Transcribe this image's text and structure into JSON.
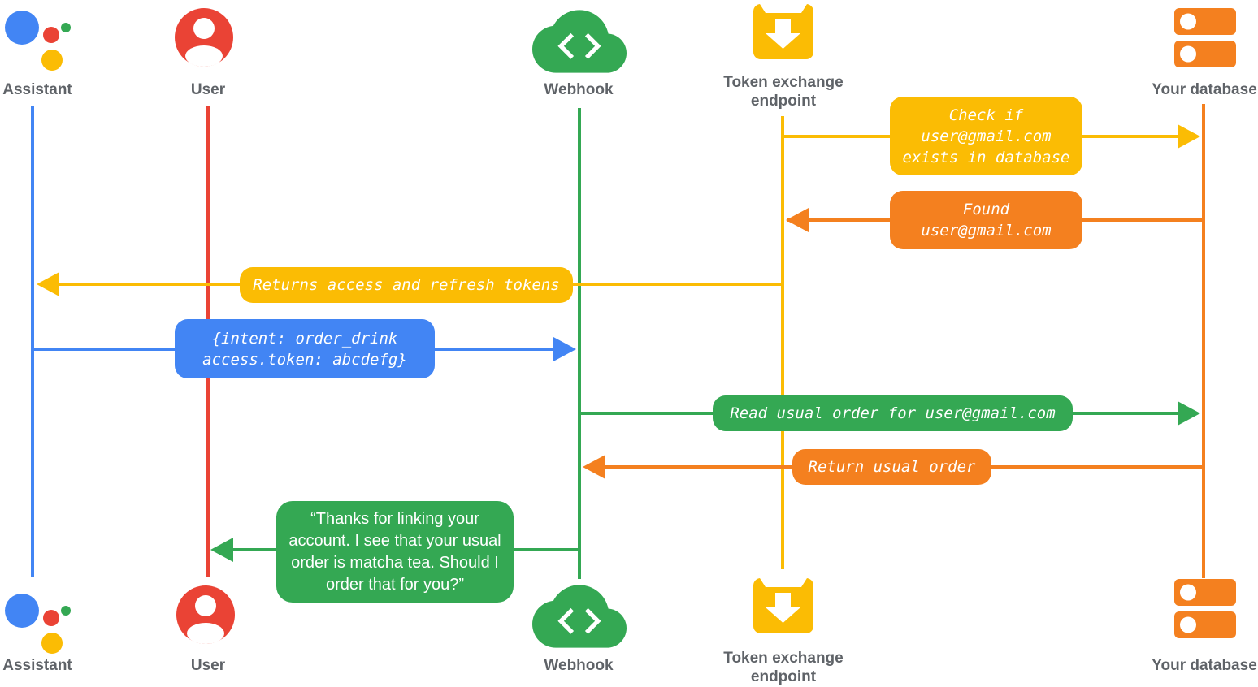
{
  "palette": {
    "blue": "#4285F4",
    "red": "#EA4335",
    "green": "#34A853",
    "yellow": "#FBBC04",
    "orange": "#F4801F",
    "label_gray": "#5F6368"
  },
  "actors": [
    {
      "id": "assistant",
      "label": "Assistant",
      "color": "#4285F4"
    },
    {
      "id": "user",
      "label": "User",
      "color": "#EA4335"
    },
    {
      "id": "webhook",
      "label": "Webhook",
      "color": "#34A853"
    },
    {
      "id": "token-exchange-endpoint",
      "label": "Token exchange\nendpoint",
      "color": "#FBBC04"
    },
    {
      "id": "your-database",
      "label": "Your database",
      "color": "#F4801F"
    }
  ],
  "messages": [
    {
      "from": "token-exchange-endpoint",
      "to": "your-database",
      "color": "#FBBC04",
      "text": "Check if\nuser@gmail.com\nexists in database"
    },
    {
      "from": "your-database",
      "to": "token-exchange-endpoint",
      "color": "#F4801F",
      "text": "Found\nuser@gmail.com"
    },
    {
      "from": "token-exchange-endpoint",
      "to": "assistant",
      "color": "#FBBC04",
      "text": "Returns access and refresh tokens"
    },
    {
      "from": "assistant",
      "to": "webhook",
      "color": "#4285F4",
      "text": "{intent: order_drink\naccess.token: abcdefg}"
    },
    {
      "from": "webhook",
      "to": "your-database",
      "color": "#34A853",
      "text": "Read usual order for user@gmail.com"
    },
    {
      "from": "your-database",
      "to": "webhook",
      "color": "#F4801F",
      "text": "Return usual order"
    },
    {
      "from": "webhook",
      "to": "user",
      "color": "#34A853",
      "text": "“Thanks for linking your\naccount. I see that your usual\norder is matcha tea. Should I\norder that for you?”"
    }
  ]
}
